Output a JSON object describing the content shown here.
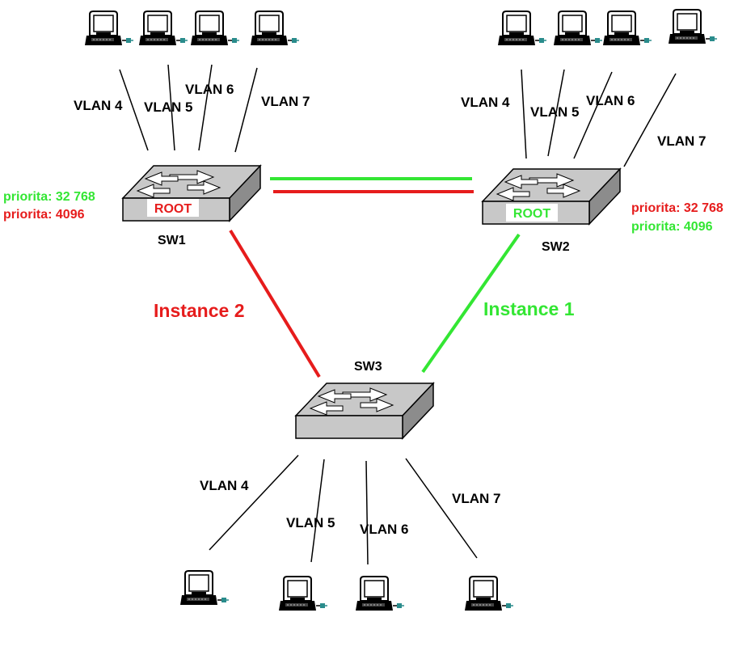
{
  "colors": {
    "green": "#33e633",
    "red": "#e61c1c",
    "black": "#000000",
    "switch_face": "#c8c8c8"
  },
  "icon": "computer-terminal-icon",
  "switches": {
    "sw1": {
      "name": "SW1",
      "root_label": "ROOT",
      "root_color": "#e61c1c",
      "priority_green": "priorita: 32 768",
      "priority_red": "priorita: 4096"
    },
    "sw2": {
      "name": "SW2",
      "root_label": "ROOT",
      "root_color": "#33e633",
      "priority_red": "priorita: 32 768",
      "priority_green": "priorita: 4096"
    },
    "sw3": {
      "name": "SW3"
    }
  },
  "instances": {
    "instance_2": "Instance 2",
    "instance_1": "Instance 1"
  },
  "vlans": {
    "sw1": [
      "VLAN 4",
      "VLAN 5",
      "VLAN 6",
      "VLAN 7"
    ],
    "sw2": [
      "VLAN 4",
      "VLAN 5",
      "VLAN 6",
      "VLAN 7"
    ],
    "sw3": [
      "VLAN 4",
      "VLAN 5",
      "VLAN 6",
      "VLAN 7"
    ]
  }
}
